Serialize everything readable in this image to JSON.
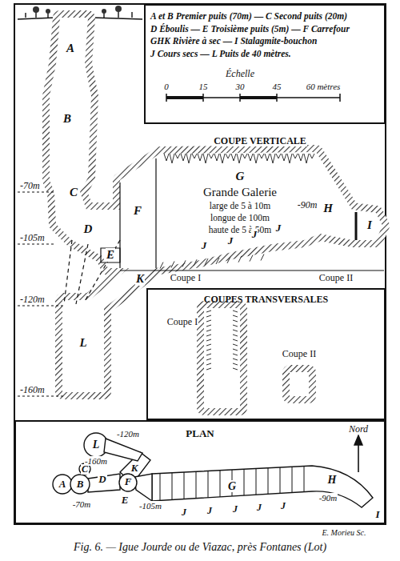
{
  "diagram": {
    "caption": "Fig. 6. — Igue Jourde ou de Viazac, près Fontanes (Lot)",
    "nodes": [
      {
        "text": [
          "A et B Premier puits (70m) — C Second puits (20m)",
          "D Éboulis — E Troisième puits (5m) — F Carrefour",
          "GHK Rivière à sec — I Stalagmite-bouchon",
          "J Cours secs — L Puits de 40 mètres."
        ]
      },
      {
        "text": [
          "COUPES TRANSVERSALES"
        ]
      },
      {
        "text": [
          "PLAN"
        ]
      }
    ],
    "edges": [],
    "labels": [
      "Échelle",
      "0",
      "15",
      "30",
      "45",
      "60 mètres",
      "COUPE VERTICALE",
      "A",
      "B",
      "-70m",
      "C",
      "D",
      "F",
      "G",
      "Grande Galerie",
      "large de 5 à 10m",
      "longue de 100m",
      "haute de 5 à 50m",
      "J",
      "J",
      "J",
      "J",
      "-90m",
      "H",
      "I",
      "E",
      "-105m",
      "K",
      "Coupe I",
      "Coupe II",
      "-120m",
      "L",
      "-160m",
      "Coupe I",
      "Coupe II",
      "Nord",
      "L",
      "-120m",
      "-160m",
      "K",
      "C",
      "D",
      "F",
      "A",
      "B",
      "-105m",
      "E",
      "-70m",
      "G",
      "J",
      "J",
      "J",
      "J",
      "J",
      "H",
      "-90m",
      "I",
      "E. Morieu Sc."
    ]
  }
}
